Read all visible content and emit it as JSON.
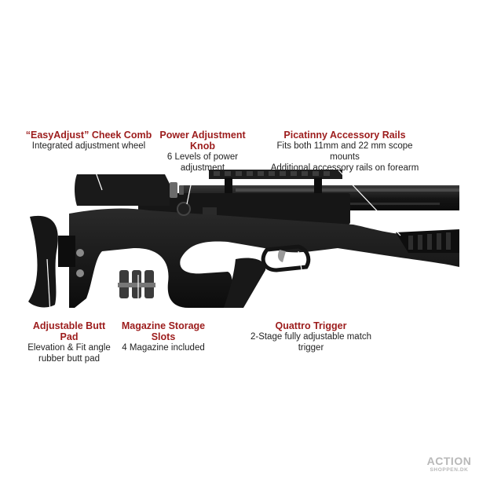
{
  "callouts": {
    "cheek_comb": {
      "title": "“EasyAdjust” Cheek Comb",
      "desc": [
        "Integrated adjustment wheel"
      ]
    },
    "power_knob": {
      "title": "Power Adjustment Knob",
      "desc": [
        "6 Levels of power adjustment"
      ]
    },
    "picatinny_rails": {
      "title": "Picatinny Accessory Rails",
      "desc": [
        "Fits both 11mm and 22 mm scope mounts",
        "Additional accessory rails on forearm"
      ]
    },
    "butt_pad": {
      "title": "Adjustable Butt Pad",
      "desc": [
        "Elevation & Fit angle",
        "rubber butt pad"
      ]
    },
    "magazine_slots": {
      "title": "Magazine Storage Slots",
      "desc": [
        "4 Magazine included"
      ]
    },
    "trigger": {
      "title": "Quattro Trigger",
      "desc": [
        "2-Stage fully adjustable match trigger"
      ]
    }
  },
  "watermark": {
    "line1": "ACTION",
    "line2": "SHOPPEN.DK"
  },
  "colors": {
    "title": "#9c1c1c",
    "text": "#222222",
    "rifle": "#151515",
    "leader": "#ffffff"
  }
}
